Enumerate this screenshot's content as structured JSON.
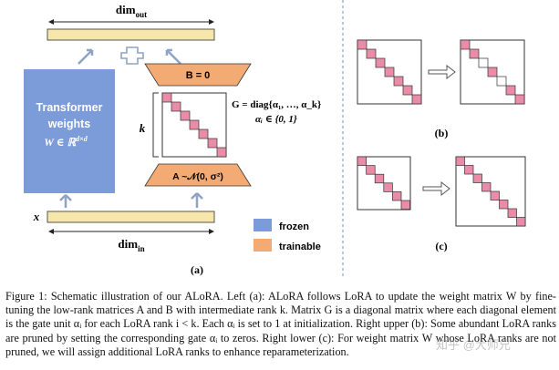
{
  "diagram": {
    "dim_out": {
      "base": "dim",
      "sub": "out"
    },
    "dim_in": {
      "base": "dim",
      "sub": "in"
    },
    "x_label": "x",
    "k_label": "k",
    "transformer": {
      "line1": "Transformer",
      "line2": "weights",
      "formula": "W ∈ ℝ",
      "sup": "d×d"
    },
    "b_label": "B = 0",
    "a_label": "A ~𝒩(0, σ²)",
    "g_line1": "G = diag{α₁, …, α_k}",
    "g_line2": "αᵢ ∈ {0, 1}",
    "plus": "+",
    "legend": [
      {
        "label": "frozen",
        "color": "#7b9bd9"
      },
      {
        "label": "trainable",
        "color": "#f4aa73"
      }
    ],
    "panel_labels": {
      "a": "(a)",
      "b": "(b)",
      "c": "(c)"
    }
  },
  "colors": {
    "frozen_fill": "#7b9bd9",
    "trainable_fill": "#f4aa73",
    "bar_fill": "#f6e6a9",
    "diag_fill": "#e88ca8",
    "arrow": "#8fa3c6",
    "divider": "#6c8ec9"
  },
  "caption": {
    "text": "Figure 1: Schematic illustration of our ALoRA. Left (a): ALoRA follows LoRA to update the weight matrix W by fine-tuning the low-rank matrices A and B with intermediate rank k. Matrix G is a diagonal matrix where each diagonal element is the gate unit αᵢ for each LoRA rank i < k. Each αᵢ is set to 1 at initialization. Right upper (b): Some abundant LoRA ranks are pruned by setting the corresponding gate αᵢ to zeros. Right lower (c): For weight matrix W whose LoRA ranks are not pruned, we will assign additional LoRA ranks to enhance reparameterization."
  },
  "watermark": "知乎 @大师兄"
}
